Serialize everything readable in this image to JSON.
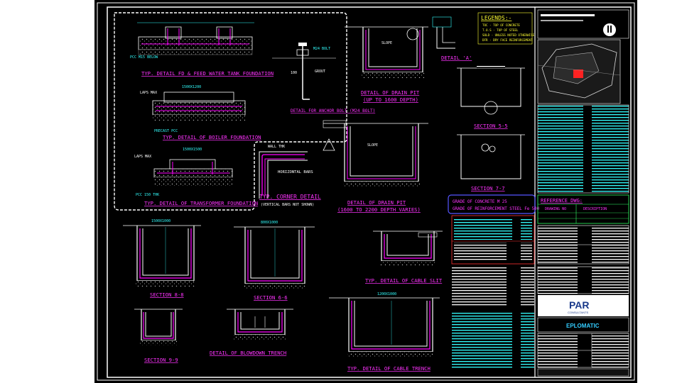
{
  "legend": {
    "title": "LEGENDS:-",
    "items": [
      "TOC - TOP OF CONCRETE",
      "T.O.S - TOP OF STEEL",
      "SOLD - UNLESS NOTED OTHERWISE",
      "DFR - DRY FACE REINFORCEMENT"
    ]
  },
  "details": {
    "fd_foundation": "TYP. DETAIL FD & FEED WATER TANK FOUNDATION",
    "boiler_foundation": "TYP. DETAIL OF BOILER FOUNDATION",
    "transformer_foundation": "TYP. DETAIL OF TRANSFORMER FOUNDATION",
    "anchor_bolt": "DETAIL FOR ANCHOR BOLT (M24 BOLT)",
    "corner_detail": "TYP. CORNER DETAIL",
    "corner_note": "(VERTICAL BARS NOT SHOWN)",
    "drain_pit_1": "DETAIL OF DRAIN PIT",
    "drain_pit_1_sub": "(UP TO 1600 DEPTH)",
    "drain_pit_2": "DETAIL OF DRAIN PIT",
    "drain_pit_2_sub": "(1600 TO 2200 DEPTH VARIES)",
    "detail_a": "DETAIL 'A'",
    "section_5": "SECTION 5-5",
    "section_7": "SECTION 7-7",
    "section_8": "SECTION 8-8",
    "section_6": "SECTION 6-6",
    "section_9": "SECTION 9-9",
    "cable_slit": "TYP. DETAIL OF CABLE SLIT",
    "blowdown_trench": "DETAIL OF BLOWDOWN TRENCH",
    "cable_trench": "TYP. DETAIL OF CABLE TRENCH",
    "horizontal_bars": "HORIZONTAL BARS"
  },
  "grade_box": {
    "concrete": "GRADE OF CONCRETE M 25",
    "steel": "GRADE OF REINFORCEMENT STEEL Fe 500"
  },
  "reference": {
    "title": "REFERENCE DWG:",
    "col1": "DRAWING NO",
    "col2": "DESCRIPTION"
  },
  "title_block": {
    "consultant": "PAR",
    "consultant_sub": "CONSULTANTS",
    "contractor": "EPLOMATIC"
  },
  "dims": {
    "d1": "1500X1000",
    "d2": "800X1000",
    "d3": "1500X1200",
    "d4": "1500X1500",
    "d5": "1200X1000"
  },
  "colors": {
    "background": "#000000",
    "outline": "#ffffff",
    "annotation": "#ff33ff",
    "dimension": "#33ffff",
    "reinforcement": "#ff00ff",
    "legend": "#ffff33",
    "grade_box": "#5555ff",
    "map_highlight": "#ff2222"
  }
}
